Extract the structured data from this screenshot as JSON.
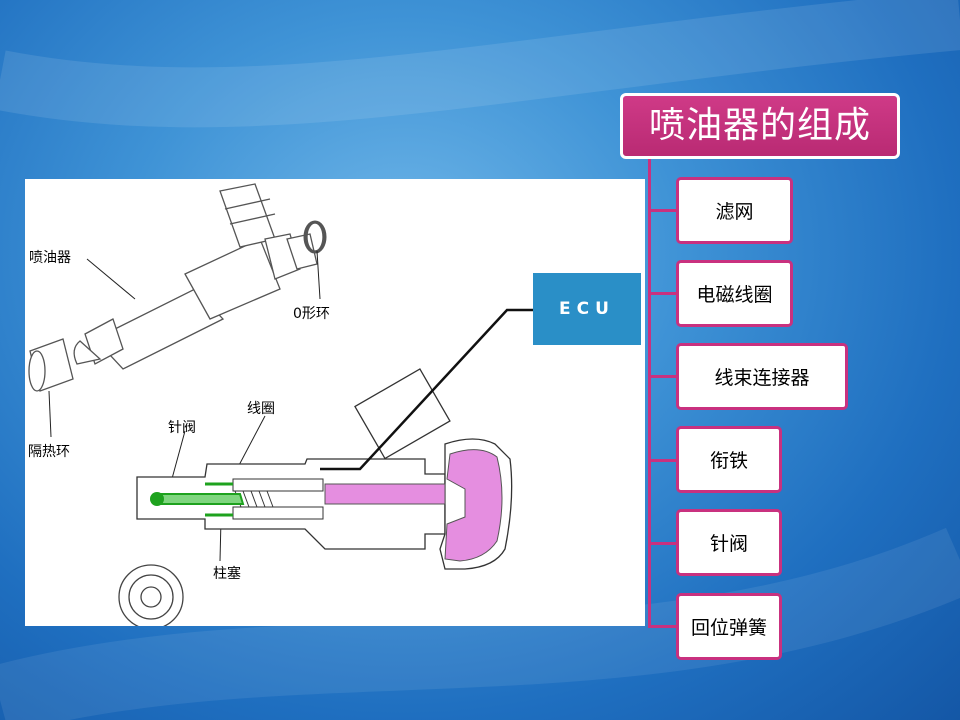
{
  "title": "喷油器的组成",
  "components": [
    {
      "label": "滤网"
    },
    {
      "label": "电磁线圈"
    },
    {
      "label": "线束连接器"
    },
    {
      "label": "衔铁"
    },
    {
      "label": "针阀"
    },
    {
      "label": "回位弹簧"
    }
  ],
  "diagram": {
    "ecu_label": "ECU",
    "labels": {
      "injector": "喷油器",
      "o_ring": "0形环",
      "insulator_ring": "隔热环",
      "needle_valve": "针阀",
      "coil": "线圈",
      "plunger": "柱塞"
    }
  },
  "colors": {
    "accent": "#c9317f",
    "ecu": "#2a8fc7",
    "armature_fill": "#e58ee0",
    "needle_green": "#1ea21e"
  }
}
